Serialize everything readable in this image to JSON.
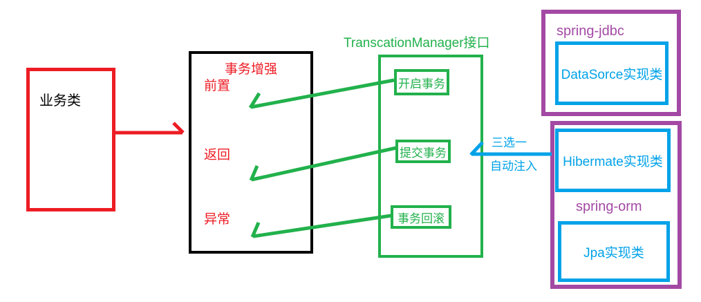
{
  "diagram": {
    "business_box": {
      "label": "业务类"
    },
    "advice_box": {
      "title": "事务增强",
      "before": "前置",
      "after_return": "返回",
      "after_throw": "异常"
    },
    "manager": {
      "title": "TranscationManager接口",
      "open": "开启事务",
      "commit": "提交事务",
      "rollback": "事务回滚"
    },
    "injection": {
      "line1": "三选一",
      "line2": "自动注入"
    },
    "spring_jdbc": {
      "title": "spring-jdbc",
      "impl": "DataSorce实现类"
    },
    "spring_orm": {
      "title": "spring-orm",
      "impl_hibernate": "Hibermate实现类",
      "impl_jpa": "Jpa实现类"
    },
    "colors": {
      "red": "#ed1c24",
      "black": "#000000",
      "green": "#22b14c",
      "blue": "#00a2e8",
      "purple": "#a349a4",
      "background": "#ffffff"
    }
  }
}
